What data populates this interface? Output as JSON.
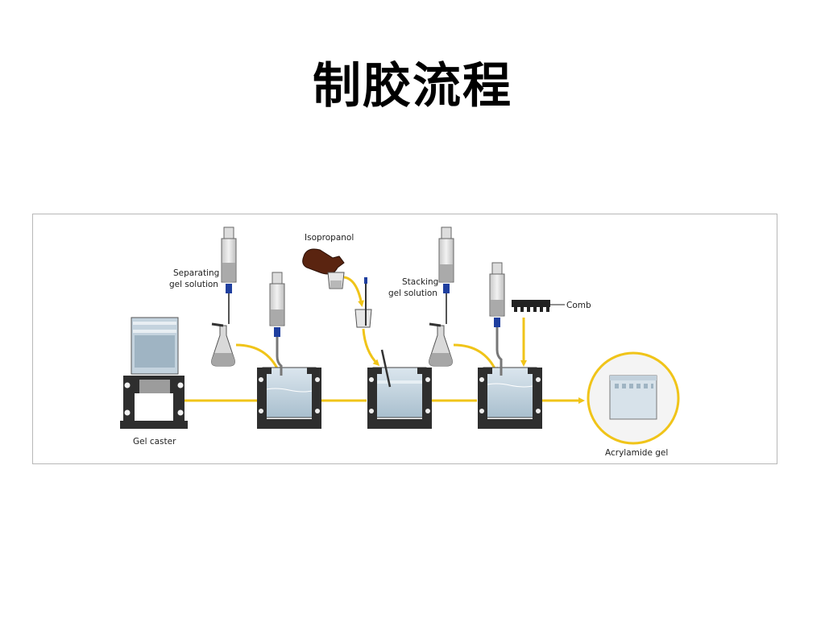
{
  "slide": {
    "title": "制胶流程"
  },
  "diagram": {
    "labels": {
      "separating_1": "Separating",
      "separating_2": "gel solution",
      "isopropanol": "Isopropanol",
      "stacking_1": "Stacking",
      "stacking_2": "gel solution",
      "comb": "Comb",
      "gel_caster": "Gel caster",
      "acrylamide_gel": "Acrylamide gel"
    },
    "colors": {
      "arrow": "#f0c419",
      "frame": "#333333",
      "glass": "#b9cbd8",
      "bottle": "#5a2410",
      "tube_blue": "#1f3f9f"
    }
  }
}
